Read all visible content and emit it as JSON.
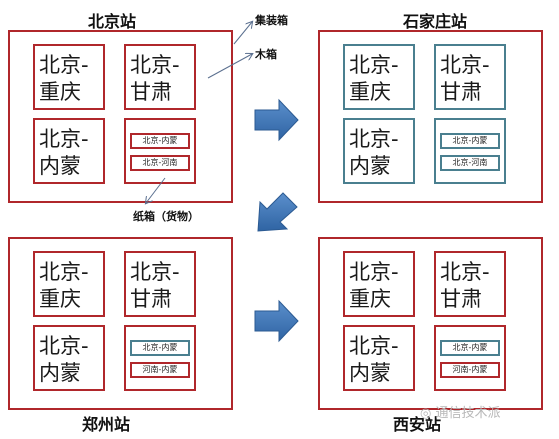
{
  "stations": {
    "beijing": {
      "title": "北京站",
      "crates": [
        "北京-重庆",
        "北京-甘肃",
        "北京-内蒙"
      ],
      "parcels": [
        "北京-内蒙",
        "北京-河南"
      ]
    },
    "shijiazhuang": {
      "title": "石家庄站",
      "crates": [
        "北京-重庆",
        "北京-甘肃",
        "北京-内蒙"
      ],
      "parcels": [
        "北京-内蒙",
        "北京-河南"
      ]
    },
    "zhengzhou": {
      "title": "郑州站",
      "crates": [
        "北京-重庆",
        "北京-甘肃",
        "北京-内蒙"
      ],
      "parcels": [
        "北京-内蒙",
        "河南-内蒙"
      ]
    },
    "xian": {
      "title": "西安站",
      "crates": [
        "北京-重庆",
        "北京-甘肃",
        "北京-内蒙"
      ],
      "parcels": [
        "北京-内蒙",
        "河南-内蒙"
      ]
    }
  },
  "annotations": {
    "container": "集装箱",
    "wooden_crate": "木箱",
    "paper_box": "纸箱（货物）"
  },
  "watermark": "通信技术派",
  "colors": {
    "red_border": "#b0272b",
    "teal_border": "#4a7f8f",
    "arrow_blue": "#3f77b5"
  }
}
